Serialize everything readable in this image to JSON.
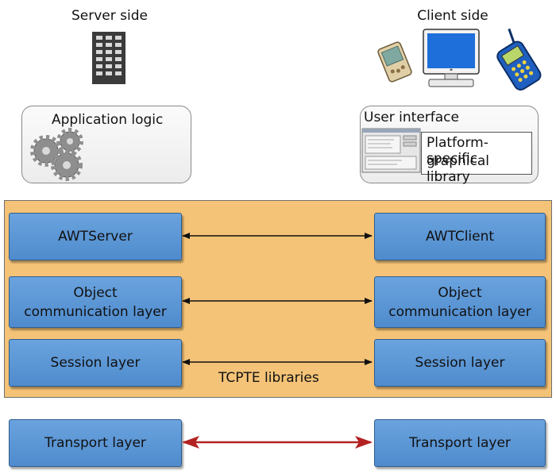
{
  "server": {
    "heading": "Server side",
    "box_title": "Application logic"
  },
  "client": {
    "heading": "Client side",
    "box_title": "User interface",
    "library_label_1": "Platform-specific",
    "library_label_2": "graphical library"
  },
  "tcpte": {
    "label": "TCPTE libraries",
    "layers": [
      {
        "left": "AWTServer",
        "right": "AWTClient"
      },
      {
        "left_1": "Object",
        "left_2": "communication layer",
        "right_1": "Object",
        "right_2": "communication layer"
      },
      {
        "left": "Session layer",
        "right": "Session layer"
      }
    ]
  },
  "transport": {
    "left": "Transport layer",
    "right": "Transport layer"
  },
  "colors": {
    "layer_fill": "#5b96d6",
    "panel_fill": "#f4c377",
    "transport_arrow": "#b22222",
    "arrow": "#111111"
  },
  "icons": [
    "server-rack-icon",
    "pda-icon",
    "desktop-monitor-icon",
    "mobile-phone-icon",
    "gears-icon",
    "dialog-window-icon"
  ]
}
